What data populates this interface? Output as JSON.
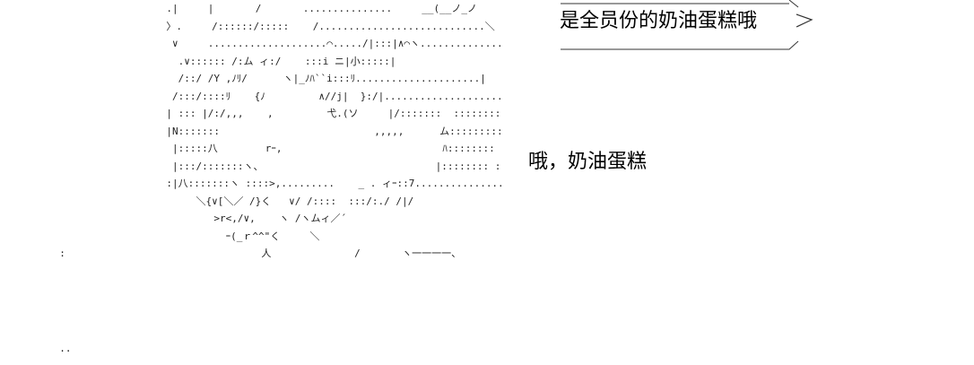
{
  "ascii_art": "                            .|     |       /       ...............     __(__ノ_ノ\n                            〉.     /::::::/:::::    /............................＼\n                             ∨     ....................⌒...../|:::|∧⌒ヽ.......................、\n                              .∨:::::: /:ム ィ:/    :::i ニ|小:::::|\n                              /::/ /Y ,ﾉﾘ/      ヽ|_ﾉﾊ``i:::ﾘ.....................|\n                             /:::/::::ﾘ    {ﾉ         ∧//j|  }:/|......................|\n                            | ::: |/:/,,,    ,         弋.(ソ     |/:::::::  :::::::::|\n                            |N:::::::                          ,,,,,      ム::::::::::  ::::::::|\n                             |:::::八        rｰ,                           ﾊ:::::::: :::::::::|\n                             |:::/:::::::ヽ、                             |:::::::: ::::::::j:|\n                            :|八:::::::ヽ ::::>,.........    _ . ィｰ::7...............ﾉ:/'\n                                 ＼{∨[＼／ /}く   ∨/ /::::  :::/:./ /|/\n                                    >r<,/∨,    ヽ /ヽムィ／´\n                                      ｰ(_ｒ^^\"く     ＼\n          :                                 人              /       ヽ一一一一、",
  "ascii_art_footer": "          ..",
  "bubble_text": "是全员份的奶油蛋糕哦",
  "speech_text": "哦，奶油蛋糕"
}
